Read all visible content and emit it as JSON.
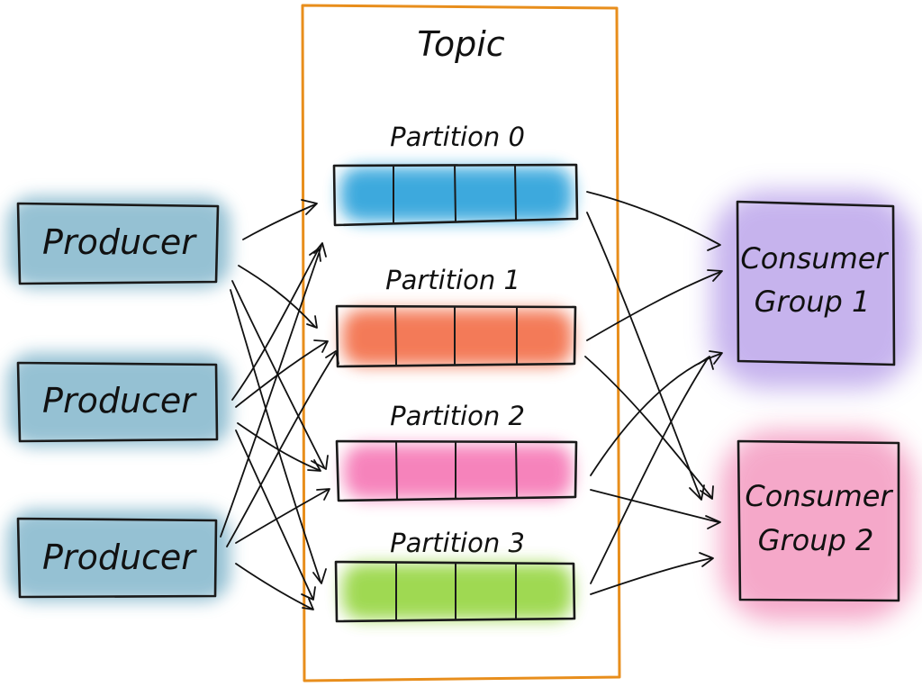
{
  "topic": {
    "title": "Topic",
    "border_color": "#e88e1c"
  },
  "producers": [
    {
      "label": "Producer",
      "color": "#3f8fb0"
    },
    {
      "label": "Producer",
      "color": "#3f8fb0"
    },
    {
      "label": "Producer",
      "color": "#3f8fb0"
    }
  ],
  "partitions": [
    {
      "label": "Partition 0",
      "color": "#1f9bd8"
    },
    {
      "label": "Partition 1",
      "color": "#f2643a"
    },
    {
      "label": "Partition 2",
      "color": "#f56eb0"
    },
    {
      "label": "Partition 3",
      "color": "#8fd336"
    }
  ],
  "consumer_groups": [
    {
      "line1": "Consumer",
      "line2": "Group 1",
      "color": "#b39ae8"
    },
    {
      "line1": "Consumer",
      "line2": "Group 2",
      "color": "#f28cb8"
    }
  ]
}
